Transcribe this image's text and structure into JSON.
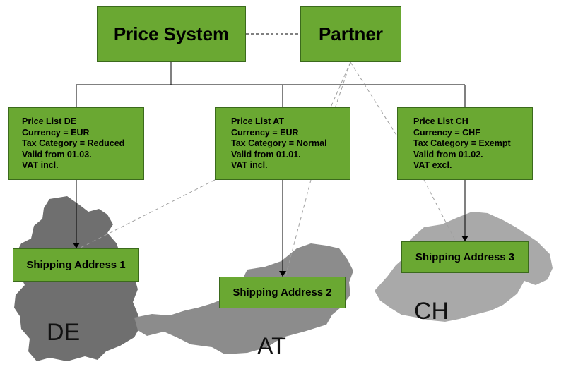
{
  "price_system": {
    "label": "Price System"
  },
  "partner": {
    "label": "Partner"
  },
  "price_lists": [
    {
      "lines": [
        "Price List DE",
        "Currency = EUR",
        "Tax Category = Reduced",
        "Valid from 01.03.",
        "VAT incl."
      ]
    },
    {
      "lines": [
        "Price List AT",
        "Currency = EUR",
        "Tax Category = Normal",
        "Valid from 01.01.",
        "VAT incl."
      ]
    },
    {
      "lines": [
        "Price List CH",
        "Currency = CHF",
        "Tax Category = Exempt",
        "Valid from 01.02.",
        "VAT excl."
      ]
    }
  ],
  "shipping_addresses": [
    {
      "label": "Shipping Address 1"
    },
    {
      "label": "Shipping Address 2"
    },
    {
      "label": "Shipping Address 3"
    }
  ],
  "countries": [
    {
      "code": "DE"
    },
    {
      "code": "AT"
    },
    {
      "code": "CH"
    }
  ],
  "colors": {
    "box_fill": "#6aa832",
    "map_de": "#6f6f6f",
    "map_at": "#8c8c8c",
    "map_ch": "#a9a9a9"
  }
}
